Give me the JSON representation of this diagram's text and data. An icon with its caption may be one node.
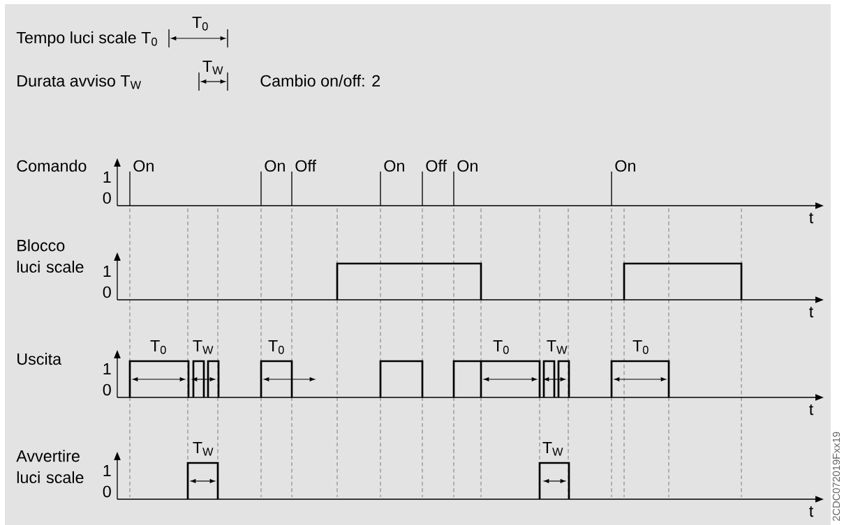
{
  "diagram": {
    "labels": [
      "Tempo luci scale T$_{0}$",
      "T$_{0}$",
      "T$_{W}$",
      "Durata avviso T$_{W}$",
      "Cambio on/off: 2",
      "Comando",
      "1",
      "0",
      "On",
      "On",
      "Off",
      "On",
      "Off",
      "On",
      "On",
      "t",
      "Blocco luci scale",
      "1",
      "0",
      "t",
      "Uscita",
      "T$_{0}$",
      "T$_{W}$",
      "T$_{0}$",
      "T$_{0}$",
      "T$_{W}$",
      "T$_{0}$",
      "1",
      "0",
      "t",
      "Avvertire luci scale",
      "T$_{W}$",
      "1",
      "0",
      "T$_{W}$",
      "t",
      "2CDC072019Fxx19"
    ]
  }
}
